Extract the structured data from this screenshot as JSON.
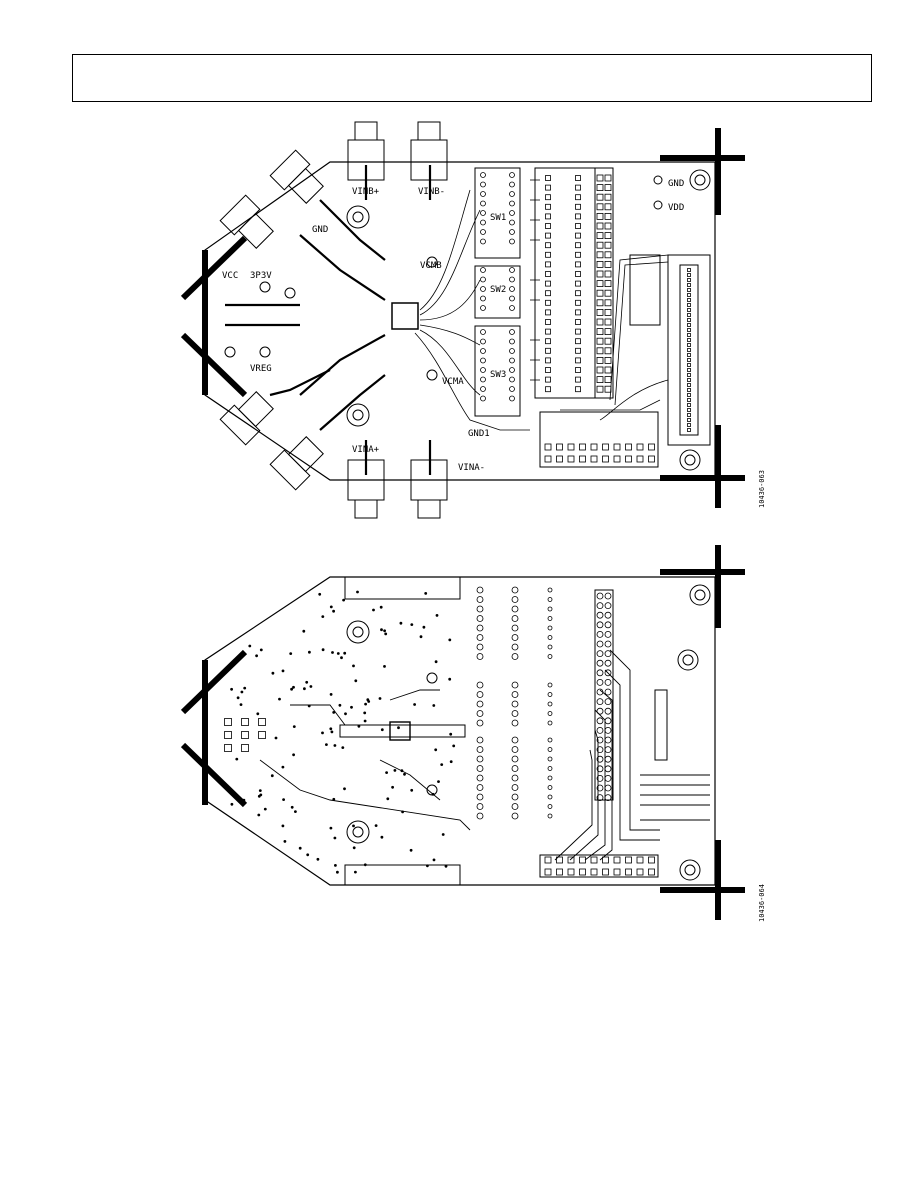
{
  "figures": [
    {
      "id": "top-layer",
      "figure_code": "10436-063",
      "labels": {
        "gnd1": "GND1",
        "gnd_top": "GND",
        "gnd_bottom": "GND",
        "vdd": "VDD",
        "vcc": "VCC",
        "v3p3": "3P3V",
        "vreg": "VREG",
        "vcmb": "VCMB",
        "vcma": "VCMA",
        "vinb_plus": "VINB+",
        "vinb_minus": "VINB-",
        "vina_minus": "VINA-",
        "vina_plus": "VINA+",
        "sw1": "SW1",
        "sw2": "SW2",
        "sw3": "SW3"
      }
    },
    {
      "id": "bottom-layer",
      "figure_code": "10436-064"
    }
  ],
  "colors": {
    "ink": "#000000",
    "paper": "#ffffff"
  }
}
